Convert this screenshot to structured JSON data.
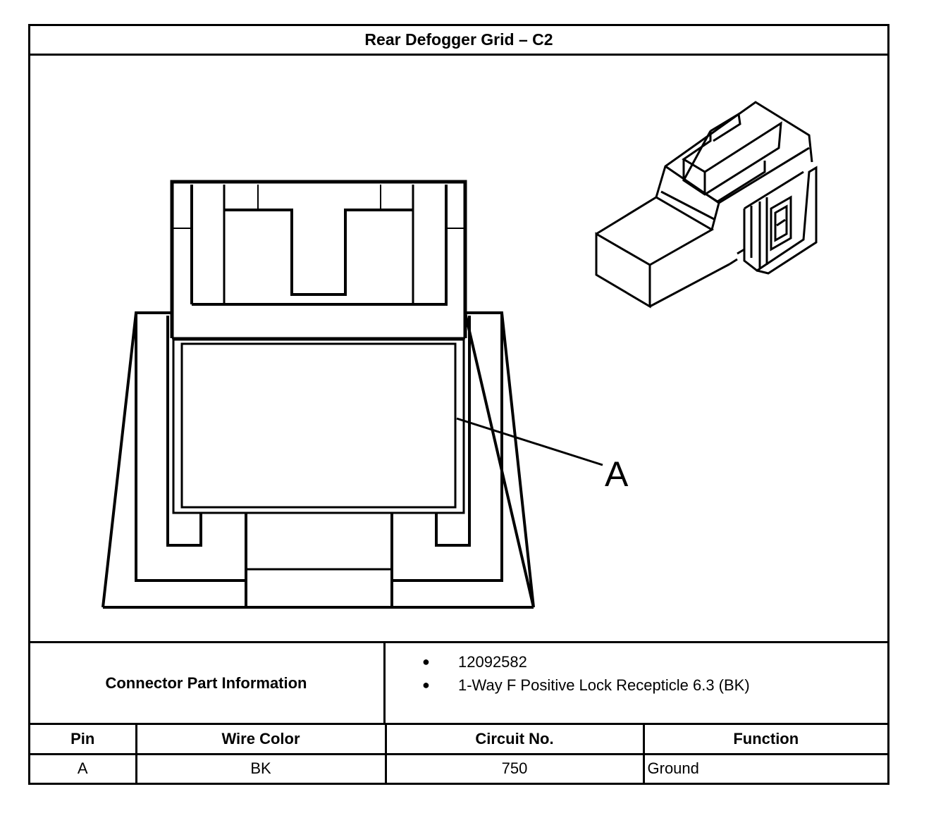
{
  "title": "Rear Defogger Grid – C2",
  "diagram": {
    "callout_label": "A"
  },
  "connector_info": {
    "label": "Connector Part Information",
    "items": [
      "12092582",
      "1-Way F Positive Lock Recepticle 6.3 (BK)"
    ]
  },
  "pin_table": {
    "headers": [
      "Pin",
      "Wire Color",
      "Circuit No.",
      "Function"
    ],
    "rows": [
      [
        "A",
        "BK",
        "750",
        "Ground"
      ]
    ]
  }
}
